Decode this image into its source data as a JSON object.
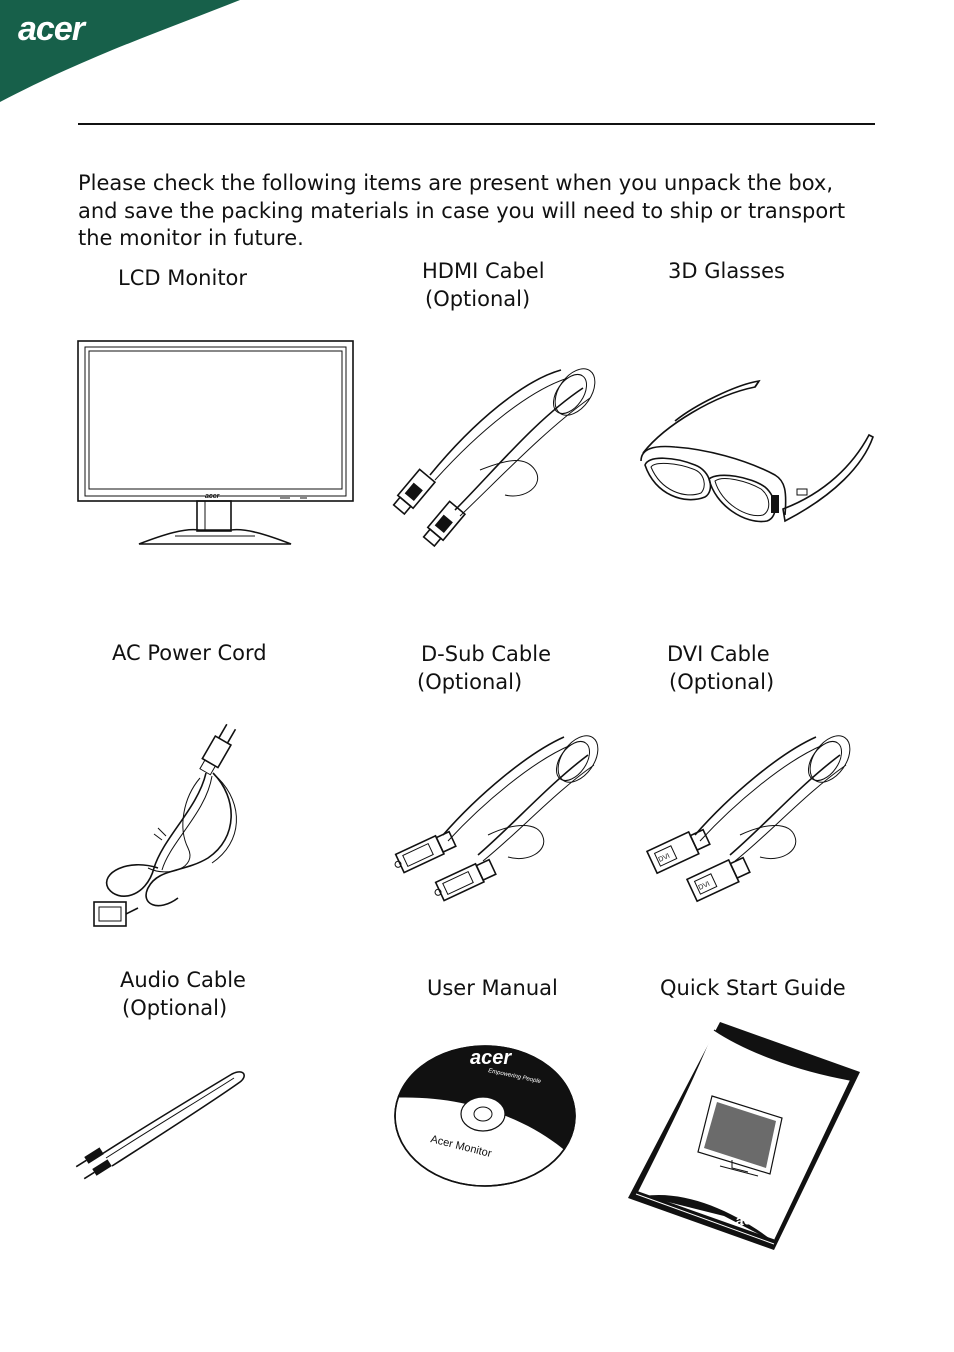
{
  "brand": {
    "logo_text": "acer",
    "color": "#17604a"
  },
  "intro": [
    "Please check the following items are present when you unpack the box,",
    "and save the packing materials in case you will need to ship or transport",
    "the monitor in future."
  ],
  "items": [
    {
      "lines": [
        "LCD Monitor"
      ]
    },
    {
      "lines": [
        "HDMI Cabel",
        "(Optional)"
      ]
    },
    {
      "lines": [
        "3D Glasses"
      ]
    },
    {
      "lines": [
        "AC Power Cord"
      ]
    },
    {
      "lines": [
        "D-Sub Cable",
        "(Optional)"
      ]
    },
    {
      "lines": [
        "DVI Cable",
        "(Optional)"
      ]
    },
    {
      "lines": [
        "Audio Cable",
        "(Optional)"
      ]
    },
    {
      "lines": [
        "User Manual"
      ]
    },
    {
      "lines": [
        "Quick Start Guide"
      ]
    }
  ],
  "disc": {
    "brand": "acer",
    "tagline": "Empowering People",
    "title": "Acer Monitor"
  },
  "guide": {
    "brand": "acer"
  },
  "connector_labels": {
    "dvi": "DVI"
  }
}
